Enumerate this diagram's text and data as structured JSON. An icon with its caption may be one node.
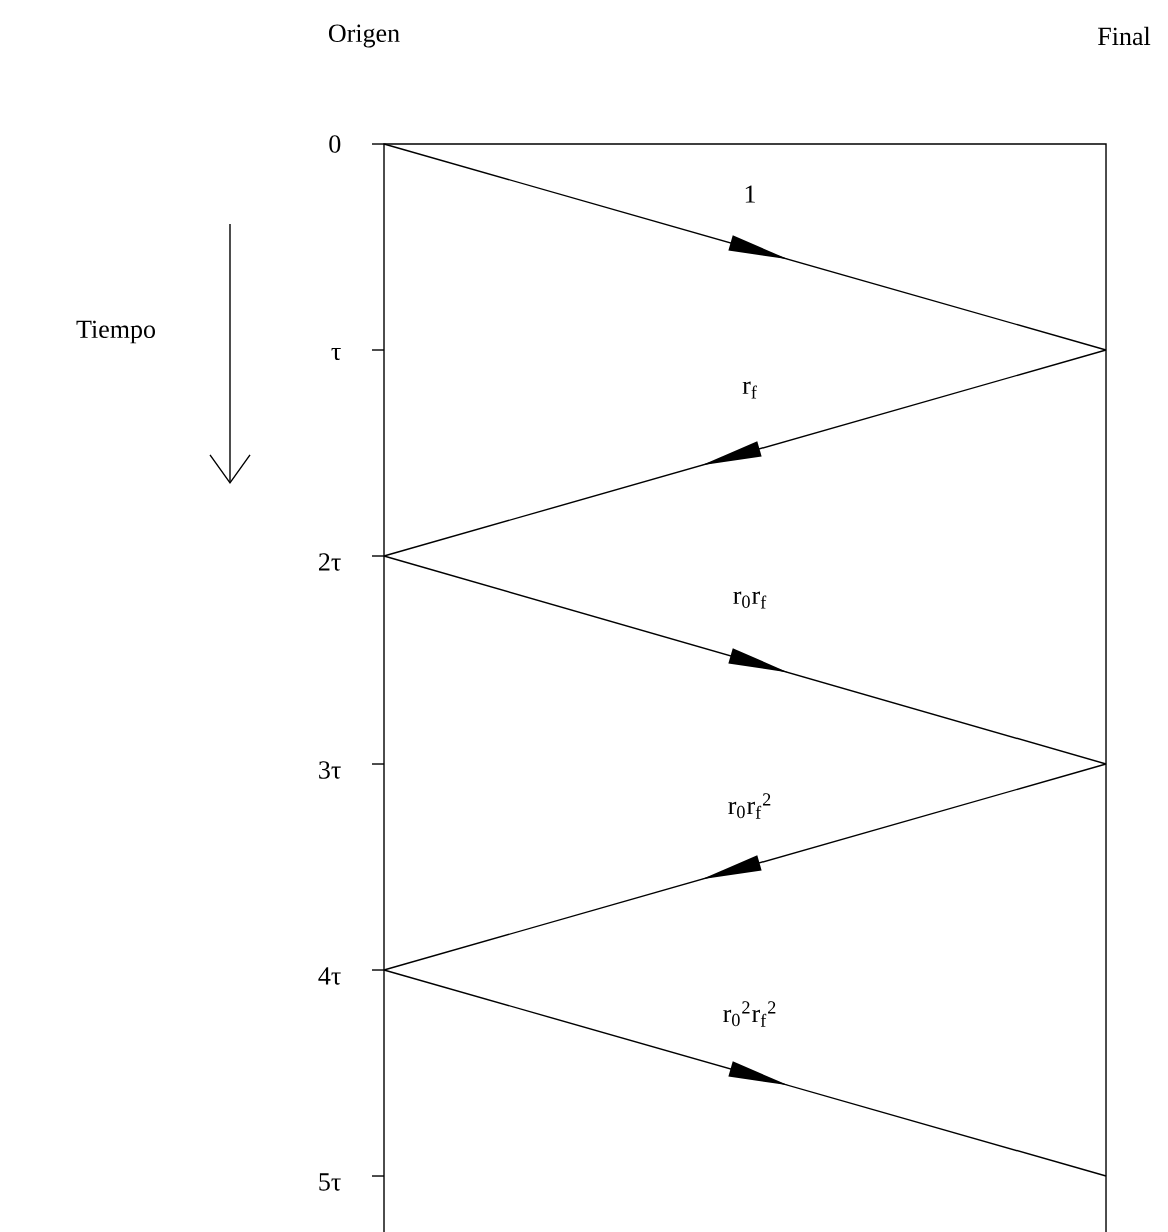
{
  "diagram": {
    "labels": [
      "Origen",
      "Final",
      "0",
      "1",
      "Tiempo",
      "τ",
      "r$_{f}$",
      "2τ",
      "r$_{0}$r$_{f}$",
      "3τ",
      "r$_{0}$r$_{f}$$^{2}$",
      "4τ",
      "r$_{0}$$^{2}$r$_{f}$$^{2}$",
      "5τ"
    ]
  }
}
